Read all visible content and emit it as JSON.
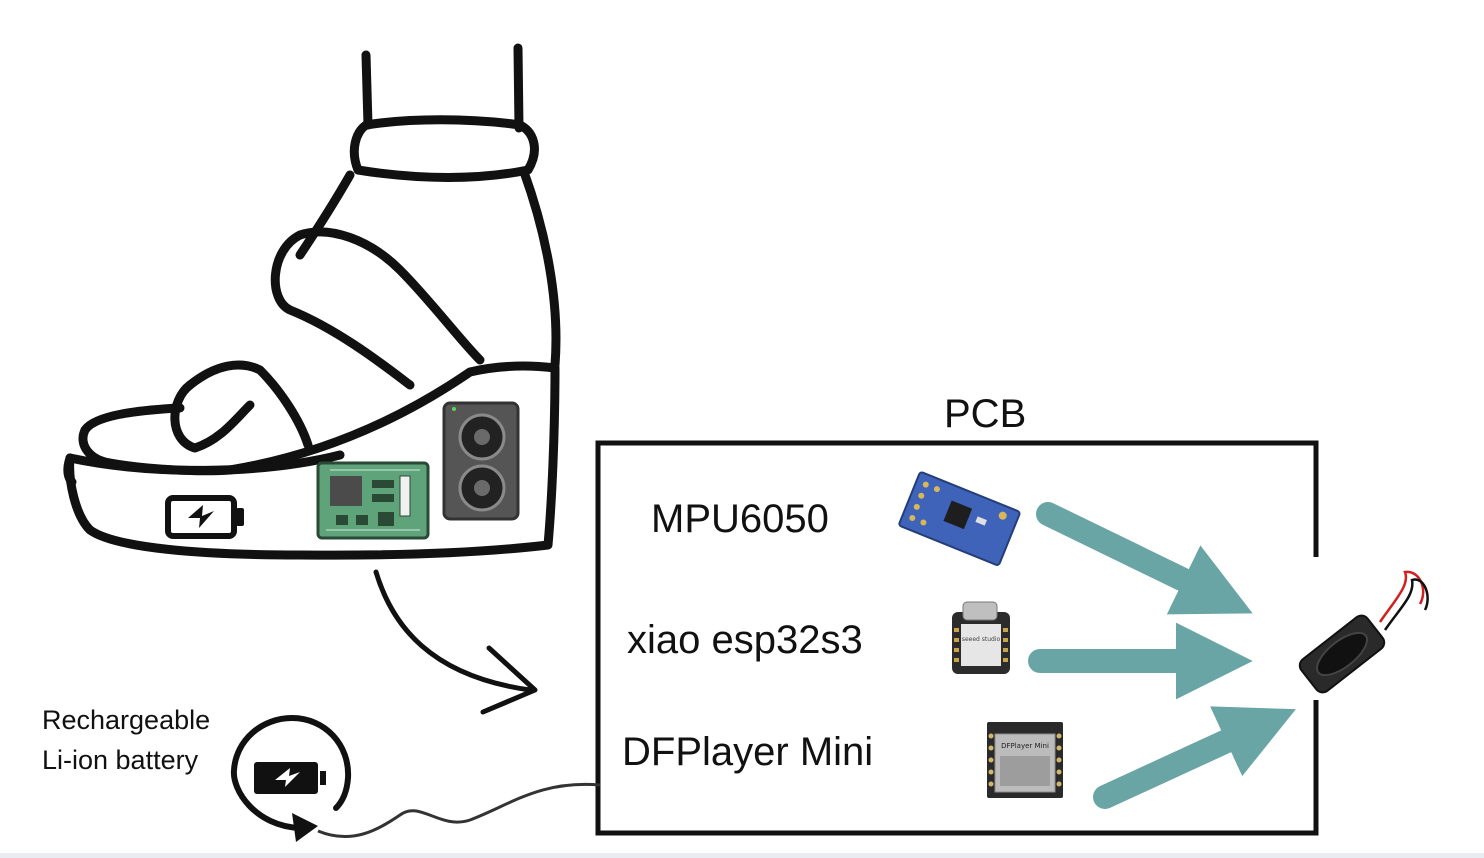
{
  "diagram": {
    "pcb_label": "PCB",
    "components": [
      {
        "id": "mpu",
        "label": "MPU6050"
      },
      {
        "id": "xiao",
        "label": "xiao esp32s3"
      },
      {
        "id": "dfplayer",
        "label": "DFPlayer Mini"
      }
    ],
    "battery_label_line1": "Rechargeable",
    "battery_label_line2": "Li-ion battery",
    "module_silkscreen": {
      "xiao_brand": "seeed studio",
      "dfplayer_name": "DFPlayer Mini"
    }
  },
  "colors": {
    "line": "#111111",
    "arrow_teal": "#6aa5a5",
    "pcb_green": "#5fa37a",
    "mpu_blue": "#3f63b8",
    "speaker_gray": "#555555"
  },
  "icons": [
    "sandal-sketch",
    "battery-icon",
    "circuit-board-icon",
    "speaker-box-icon",
    "recharge-icon",
    "speaker-icon"
  ]
}
